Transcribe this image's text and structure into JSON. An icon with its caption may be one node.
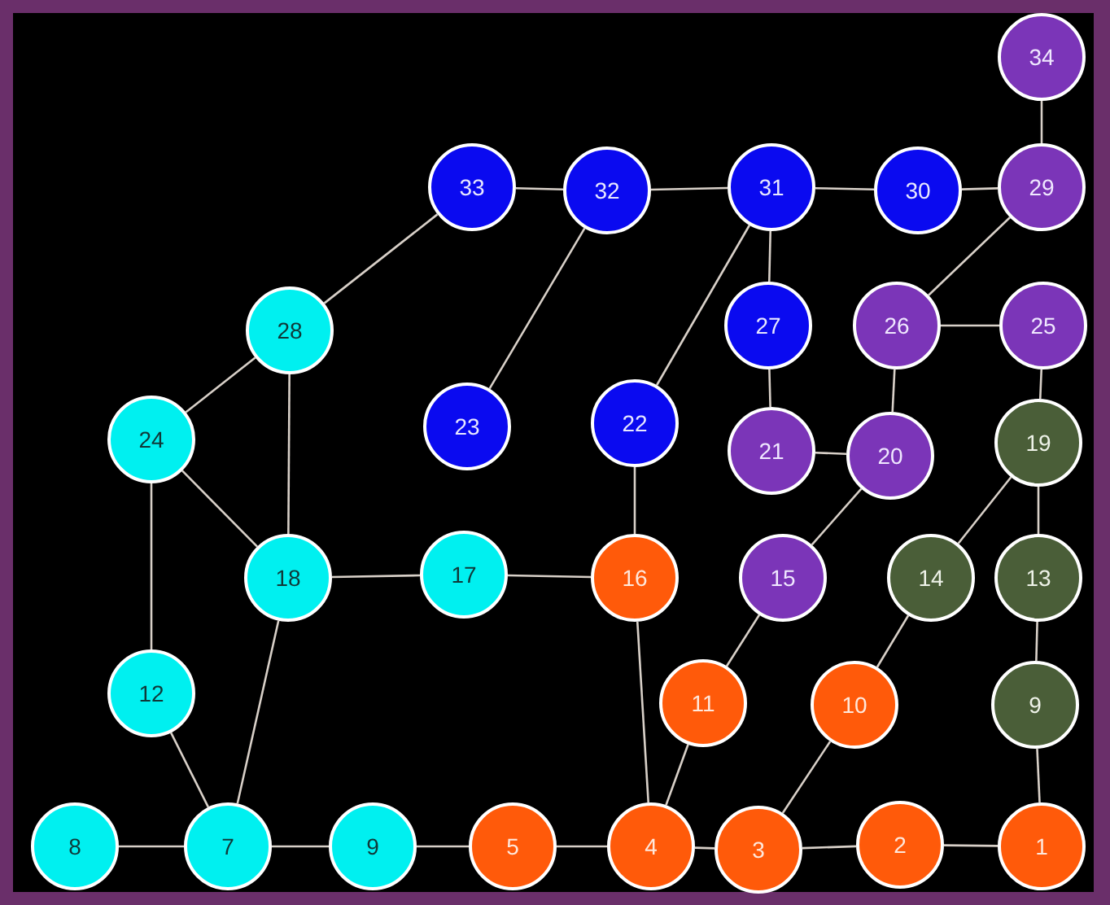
{
  "diagram": {
    "nodes": [
      {
        "text": [
          "34"
        ]
      },
      {
        "text": [
          "33"
        ]
      },
      {
        "text": [
          "32"
        ]
      },
      {
        "text": [
          "31"
        ]
      },
      {
        "text": [
          "30"
        ]
      },
      {
        "text": [
          "29"
        ]
      },
      {
        "text": [
          "28"
        ]
      },
      {
        "text": [
          "27"
        ]
      },
      {
        "text": [
          "26"
        ]
      },
      {
        "text": [
          "25"
        ]
      },
      {
        "text": [
          "24"
        ]
      },
      {
        "text": [
          "23"
        ]
      },
      {
        "text": [
          "22"
        ]
      },
      {
        "text": [
          "21"
        ]
      },
      {
        "text": [
          "20"
        ]
      },
      {
        "text": [
          "19"
        ]
      },
      {
        "text": [
          "18"
        ]
      },
      {
        "text": [
          "17"
        ]
      },
      {
        "text": [
          "16"
        ]
      },
      {
        "text": [
          "15"
        ]
      },
      {
        "text": [
          "14"
        ]
      },
      {
        "text": [
          "13"
        ]
      },
      {
        "text": [
          "12"
        ]
      },
      {
        "text": [
          "11"
        ]
      },
      {
        "text": [
          "10"
        ]
      },
      {
        "text": [
          "9"
        ]
      },
      {
        "text": [
          "8"
        ]
      },
      {
        "text": [
          "7"
        ]
      },
      {
        "text": [
          "9"
        ]
      },
      {
        "text": [
          "5"
        ]
      },
      {
        "text": [
          "4"
        ]
      },
      {
        "text": [
          "3"
        ]
      },
      {
        "text": [
          "2"
        ]
      },
      {
        "text": [
          "1"
        ]
      }
    ],
    "edges": [
      {
        "from": 0,
        "to": 5,
        "arrow": "none"
      },
      {
        "from": 1,
        "to": 2,
        "arrow": "none"
      },
      {
        "from": 2,
        "to": 3,
        "arrow": "none"
      },
      {
        "from": 3,
        "to": 4,
        "arrow": "none"
      },
      {
        "from": 4,
        "to": 5,
        "arrow": "none"
      },
      {
        "from": 1,
        "to": 6,
        "arrow": "none"
      },
      {
        "from": 2,
        "to": 11,
        "arrow": "none"
      },
      {
        "from": 3,
        "to": 7,
        "arrow": "none"
      },
      {
        "from": 3,
        "to": 12,
        "arrow": "none"
      },
      {
        "from": 5,
        "to": 8,
        "arrow": "none"
      },
      {
        "from": 8,
        "to": 9,
        "arrow": "none"
      },
      {
        "from": 8,
        "to": 14,
        "arrow": "none"
      },
      {
        "from": 7,
        "to": 13,
        "arrow": "none"
      },
      {
        "from": 13,
        "to": 14,
        "arrow": "none"
      },
      {
        "from": 9,
        "to": 15,
        "arrow": "none"
      },
      {
        "from": 6,
        "to": 10,
        "arrow": "none"
      },
      {
        "from": 6,
        "to": 16,
        "arrow": "none"
      },
      {
        "from": 10,
        "to": 16,
        "arrow": "none"
      },
      {
        "from": 10,
        "to": 22,
        "arrow": "none"
      },
      {
        "from": 12,
        "to": 18,
        "arrow": "none"
      },
      {
        "from": 14,
        "to": 19,
        "arrow": "none"
      },
      {
        "from": 15,
        "to": 20,
        "arrow": "none"
      },
      {
        "from": 15,
        "to": 21,
        "arrow": "none"
      },
      {
        "from": 16,
        "to": 17,
        "arrow": "none"
      },
      {
        "from": 17,
        "to": 18,
        "arrow": "none"
      },
      {
        "from": 18,
        "to": 30,
        "arrow": "none"
      },
      {
        "from": 19,
        "to": 23,
        "arrow": "none"
      },
      {
        "from": 20,
        "to": 24,
        "arrow": "none"
      },
      {
        "from": 21,
        "to": 25,
        "arrow": "none"
      },
      {
        "from": 22,
        "to": 27,
        "arrow": "none"
      },
      {
        "from": 16,
        "to": 27,
        "arrow": "none"
      },
      {
        "from": 23,
        "to": 30,
        "arrow": "none"
      },
      {
        "from": 24,
        "to": 31,
        "arrow": "none"
      },
      {
        "from": 25,
        "to": 33,
        "arrow": "none"
      },
      {
        "from": 26,
        "to": 27,
        "arrow": "none"
      },
      {
        "from": 27,
        "to": 28,
        "arrow": "none"
      },
      {
        "from": 28,
        "to": 29,
        "arrow": "none"
      },
      {
        "from": 29,
        "to": 30,
        "arrow": "none"
      },
      {
        "from": 30,
        "to": 31,
        "arrow": "none"
      },
      {
        "from": 31,
        "to": 32,
        "arrow": "none"
      },
      {
        "from": 32,
        "to": 33,
        "arrow": "none"
      }
    ]
  }
}
